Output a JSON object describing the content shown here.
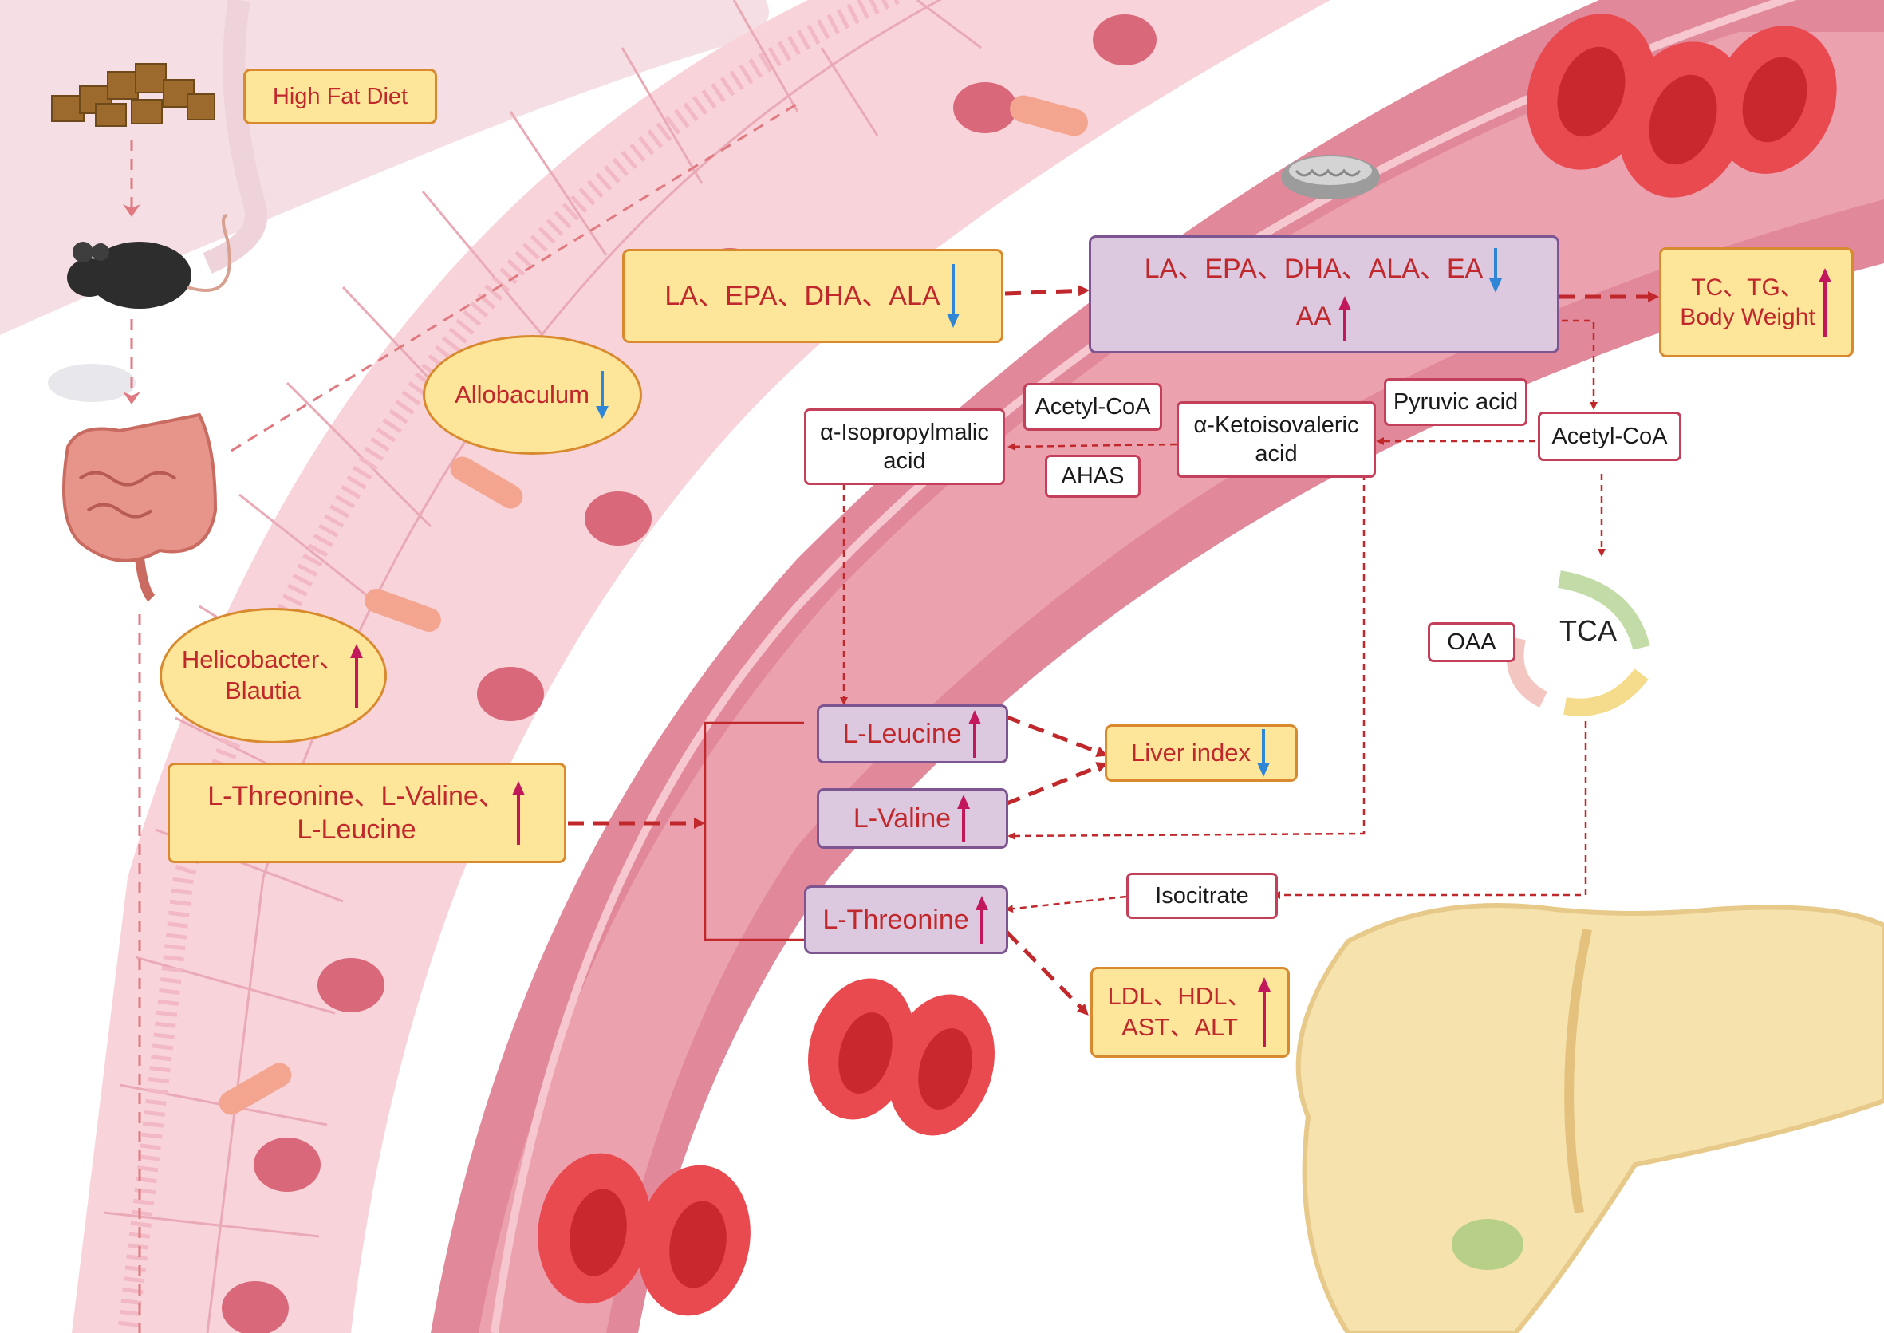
{
  "diet": {
    "label": "High Fat Diet"
  },
  "bacteria": {
    "allobaculum": "Allobaculum",
    "helicobacter": "Helicobacter、",
    "blautia": "Blautia"
  },
  "amino_acids_box": {
    "line1": "L-Threonine、L-Valine、",
    "line2": "L-Leucine"
  },
  "fatty_acids_gut": {
    "text": "LA、EPA、DHA、ALA"
  },
  "fatty_acids_blood": {
    "line1": "LA、EPA、DHA、ALA、EA",
    "line2": "AA"
  },
  "lipids": {
    "line1": "TC、TG、",
    "line2": "Body Weight"
  },
  "liver_index": "Liver index",
  "serum": {
    "line1": "LDL、HDL、",
    "line2": "AST、ALT"
  },
  "targets": {
    "leucine": "L-Leucine",
    "valine": "L-Valine",
    "threonine": "L-Threonine"
  },
  "metabolites": {
    "acetyl_coa_1": "Acetyl-CoA",
    "acetyl_coa_2": "Acetyl-CoA",
    "pyruvic": "Pyruvic acid",
    "isopropylmalic_1": "α-Isopropylmalic",
    "isopropylmalic_2": "acid",
    "ketoisovaleric_1": "α-Ketoisovaleric",
    "ketoisovaleric_2": "acid",
    "ahas": "AHAS",
    "oaa": "OAA",
    "tca": "TCA",
    "isocitrate": "Isocitrate"
  },
  "colors": {
    "up": "#c2185b",
    "down": "#2f86d6",
    "arrow": "#c0282c",
    "yellow_box": "#fde59a",
    "purple_box": "#dcc9e0"
  }
}
